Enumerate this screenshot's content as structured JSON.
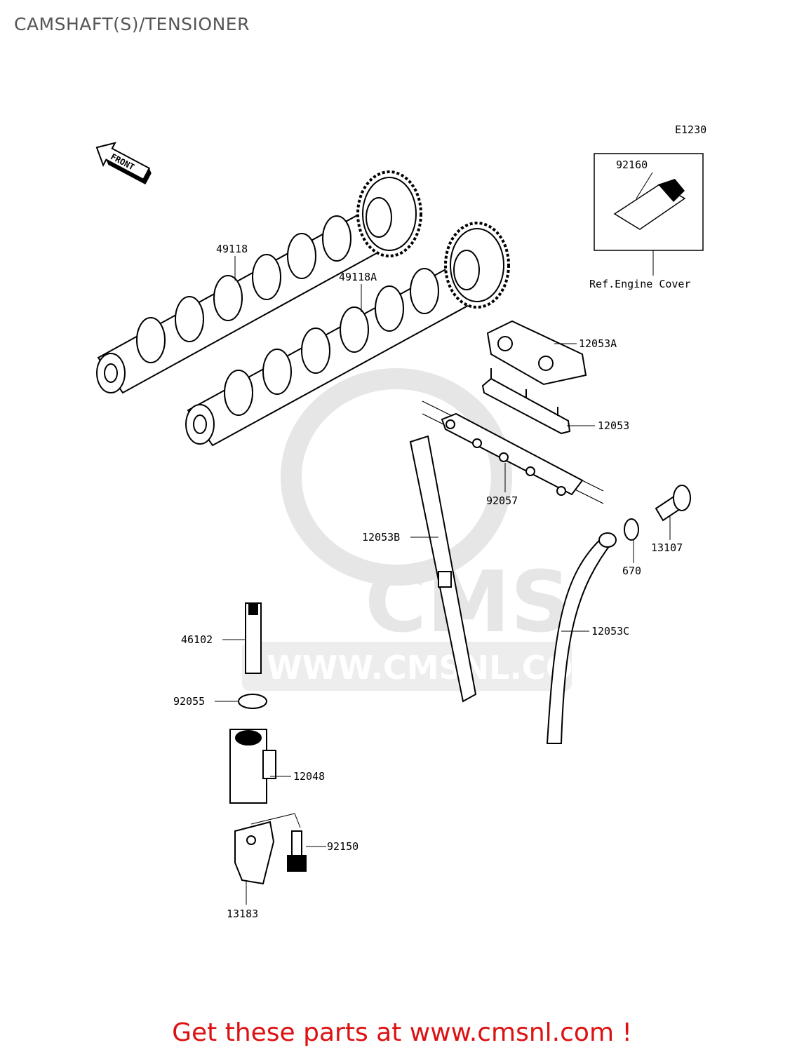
{
  "page": {
    "title": "CAMSHAFT(S)/TENSIONER",
    "diagram_code": "E1230",
    "footer_text": "Get these parts at www.cmsnl.com !"
  },
  "watermark": {
    "logo_text": "CMS",
    "url_text": "WWW.CMSNL.COM",
    "color": "#e6e6e6"
  },
  "arrow": {
    "label": "FRONT"
  },
  "reference_box": {
    "part_number": "92160",
    "caption": "Ref.Engine Cover"
  },
  "parts": [
    {
      "number": "49118"
    },
    {
      "number": "49118A"
    },
    {
      "number": "12053A"
    },
    {
      "number": "12053"
    },
    {
      "number": "92057"
    },
    {
      "number": "12053B"
    },
    {
      "number": "13107"
    },
    {
      "number": "670"
    },
    {
      "number": "46102"
    },
    {
      "number": "12053C"
    },
    {
      "number": "92055"
    },
    {
      "number": "12048"
    },
    {
      "number": "92150"
    },
    {
      "number": "13183"
    }
  ],
  "colors": {
    "footer": "#dd1111",
    "title": "#555555",
    "line": "#000000"
  }
}
